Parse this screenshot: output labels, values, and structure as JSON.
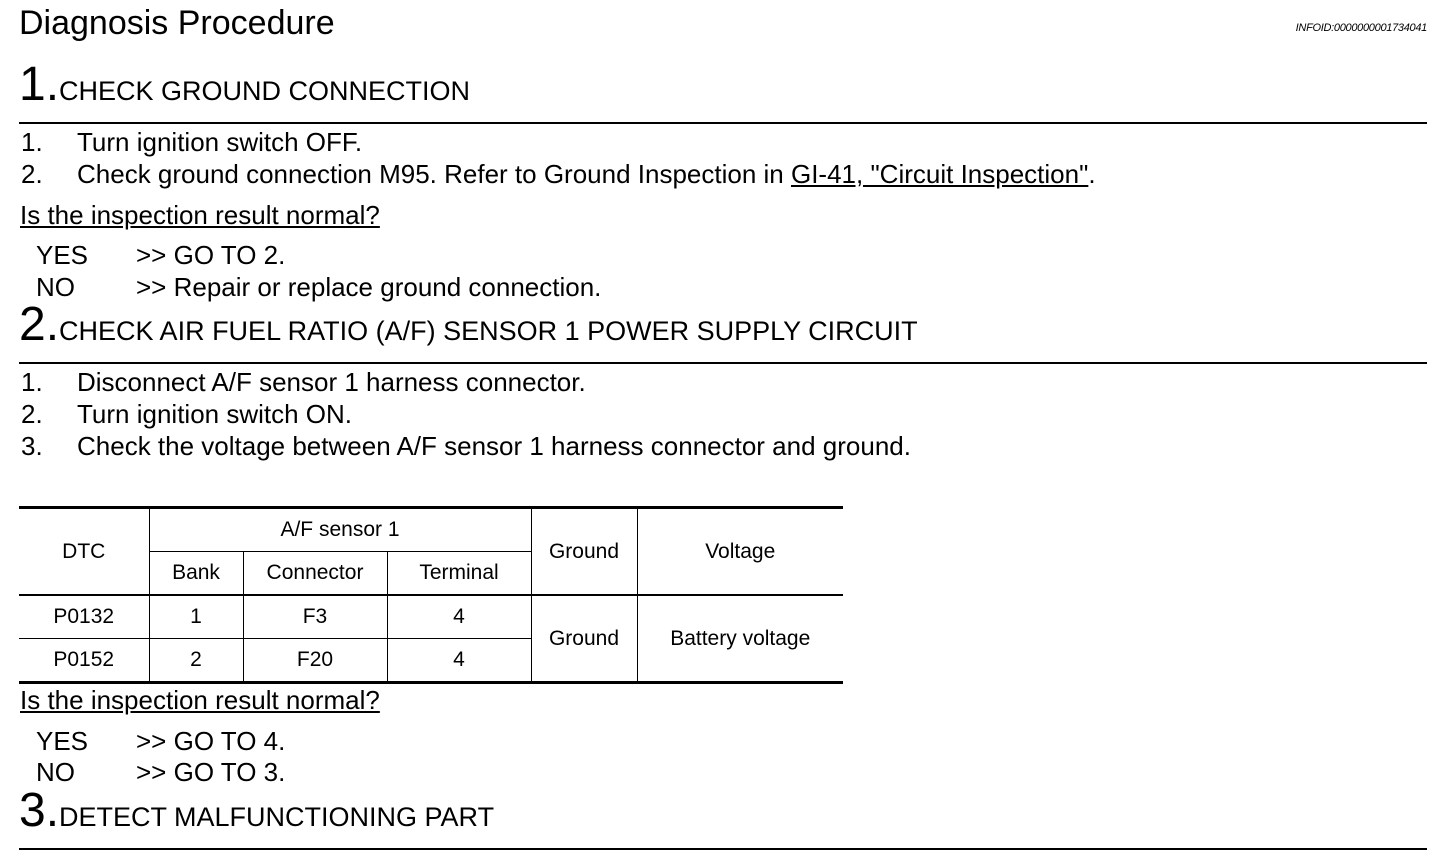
{
  "header": {
    "title": "Diagnosis Procedure",
    "info_id": "INFOID:0000000001734041"
  },
  "step1": {
    "number": "1.",
    "title": "CHECK GROUND CONNECTION",
    "items": [
      {
        "num": "1.",
        "text": "Turn ignition switch OFF."
      },
      {
        "num": "2.",
        "text": "Check ground connection M95. Refer to Ground Inspection in ",
        "link": "GI-41, \"Circuit Inspection\"",
        "suffix": "."
      }
    ],
    "question": "Is the inspection result normal?",
    "answers": [
      {
        "key": "YES",
        "value": ">> GO TO 2."
      },
      {
        "key": "NO",
        "value": ">> Repair or replace ground connection."
      }
    ]
  },
  "step2": {
    "number": "2.",
    "title": "CHECK AIR FUEL RATIO (A/F) SENSOR 1 POWER SUPPLY CIRCUIT",
    "items": [
      {
        "num": "1.",
        "text": "Disconnect A/F sensor 1 harness connector."
      },
      {
        "num": "2.",
        "text": "Turn ignition switch ON."
      },
      {
        "num": "3.",
        "text": "Check the voltage between A/F sensor 1 harness connector and ground."
      }
    ],
    "table": {
      "headers": {
        "dtc": "DTC",
        "group": "A/F sensor 1",
        "bank": "Bank",
        "connector": "Connector",
        "terminal": "Terminal",
        "ground": "Ground",
        "voltage": "Voltage"
      },
      "rows": [
        {
          "dtc": "P0132",
          "bank": "1",
          "connector": "F3",
          "terminal": "4"
        },
        {
          "dtc": "P0152",
          "bank": "2",
          "connector": "F20",
          "terminal": "4"
        }
      ],
      "ground_value": "Ground",
      "voltage_value": "Battery voltage"
    },
    "question": "Is the inspection result normal?",
    "answers": [
      {
        "key": "YES",
        "value": ">> GO TO 4."
      },
      {
        "key": "NO",
        "value": ">> GO TO 3."
      }
    ]
  },
  "step3": {
    "number": "3.",
    "title": "DETECT MALFUNCTIONING PART"
  }
}
